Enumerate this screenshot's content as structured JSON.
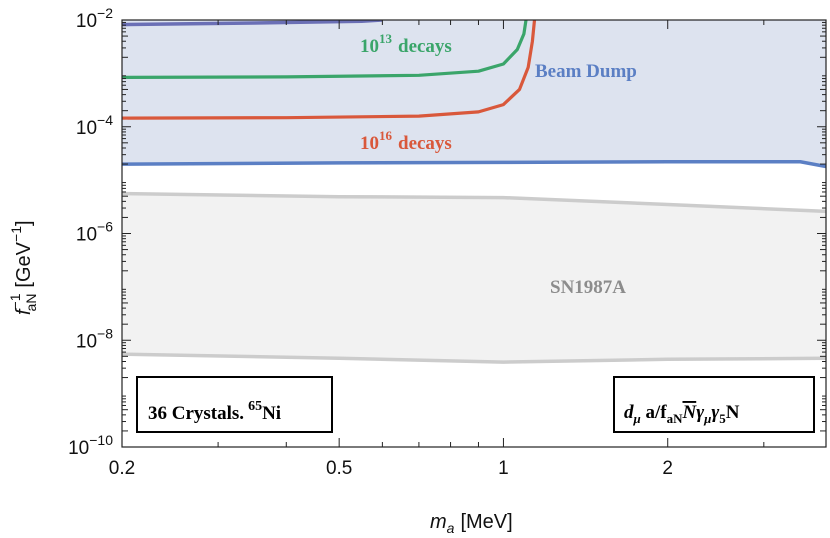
{
  "chart_data": {
    "type": "line",
    "xlabel": "m",
    "xlabel_sub": "a",
    "xlabel_unit": "[MeV]",
    "ylabel": "f",
    "ylabel_sup": "−1",
    "ylabel_sub": "aN",
    "ylabel_unit": "[GeV",
    "ylabel_unit_sup": "−1",
    "ylabel_unit_close": "]",
    "x_scale": "log",
    "y_scale": "log",
    "xlim": [
      0.2,
      3.9
    ],
    "ylim": [
      1e-10,
      0.01
    ],
    "x_ticks": [
      {
        "value": 0.2,
        "label": "0.2"
      },
      {
        "value": 0.5,
        "label": "0.5"
      },
      {
        "value": 1,
        "label": "1"
      },
      {
        "value": 2,
        "label": "2"
      }
    ],
    "y_ticks": [
      {
        "value": 1e-10,
        "base": "10",
        "exp": "−10"
      },
      {
        "value": 1e-08,
        "base": "10",
        "exp": "−8"
      },
      {
        "value": 1e-06,
        "base": "10",
        "exp": "−6"
      },
      {
        "value": 0.0001,
        "base": "10",
        "exp": "−4"
      },
      {
        "value": 0.01,
        "base": "10",
        "exp": "−2"
      }
    ],
    "regions": [
      {
        "name": "Beam Dump",
        "fill": "#dde3ef",
        "stroke": "#5b7fc4",
        "lower_boundary": [
          [
            0.2,
            2e-05
          ],
          [
            0.5,
            2.1e-05
          ],
          [
            1.0,
            2.15e-05
          ],
          [
            2.0,
            2.2e-05
          ],
          [
            3.5,
            2.2e-05
          ],
          [
            3.9,
            1.8e-05
          ]
        ],
        "upper_boundary": [
          [
            0.2,
            0.01
          ],
          [
            3.9,
            0.01
          ]
        ],
        "top_edge": [
          [
            0.2,
            0.0082
          ],
          [
            0.35,
            0.0088
          ],
          [
            0.55,
            0.0095
          ],
          [
            0.6,
            0.01
          ]
        ]
      },
      {
        "name": "SN1987A",
        "fill": "#f2f2f2",
        "stroke": "#cccccc",
        "upper_boundary": [
          [
            0.2,
            5.6e-06
          ],
          [
            0.5,
            4.9e-06
          ],
          [
            1.0,
            4.7e-06
          ],
          [
            2.0,
            3.5e-06
          ],
          [
            3.9,
            2.6e-06
          ]
        ],
        "lower_boundary": [
          [
            0.2,
            5.5e-09
          ],
          [
            0.5,
            4.6e-09
          ],
          [
            1.0,
            3.9e-09
          ],
          [
            2.0,
            4.4e-09
          ],
          [
            3.9,
            4.6e-09
          ]
        ]
      }
    ],
    "series": [
      {
        "label_base": "10",
        "label_exp": "13",
        "label_text": "decays",
        "color": "#3aa56a",
        "points": [
          [
            0.2,
            0.00084
          ],
          [
            0.4,
            0.00086
          ],
          [
            0.7,
            0.00092
          ],
          [
            0.9,
            0.0011
          ],
          [
            1.0,
            0.0015
          ],
          [
            1.06,
            0.0028
          ],
          [
            1.09,
            0.0055
          ],
          [
            1.1,
            0.01
          ]
        ]
      },
      {
        "label_base": "10",
        "label_exp": "16",
        "label_text": "decays",
        "color": "#d9583b",
        "points": [
          [
            0.2,
            0.000145
          ],
          [
            0.4,
            0.000148
          ],
          [
            0.7,
            0.000158
          ],
          [
            0.9,
            0.00019
          ],
          [
            1.0,
            0.00026
          ],
          [
            1.07,
            0.0005
          ],
          [
            1.11,
            0.0013
          ],
          [
            1.13,
            0.004
          ],
          [
            1.14,
            0.01
          ]
        ]
      }
    ],
    "annotations": {
      "left_box": {
        "text": "36 Crystals.",
        "sup": "65",
        "tail": "Ni"
      },
      "right_box": {
        "text": "d",
        "sub1": "μ",
        "mid": " a/f",
        "sub2": "aN",
        "nbar": "N",
        "g1": "γ",
        "g1sub": "μ",
        "g2": "γ",
        "g2sub": "5",
        "end": "N"
      }
    }
  }
}
